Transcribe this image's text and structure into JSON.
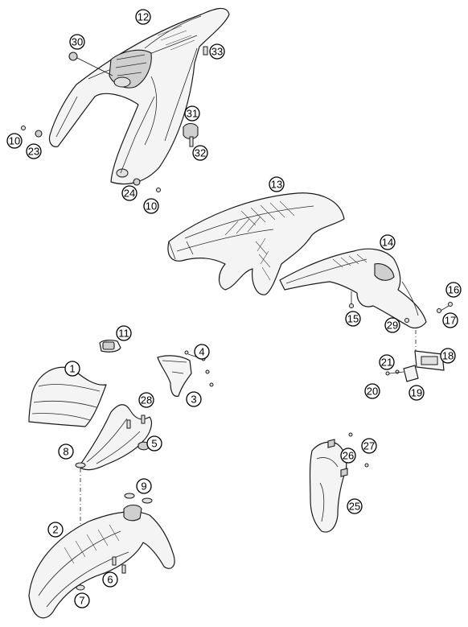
{
  "callouts": {
    "c1": "1",
    "c2": "2",
    "c3": "3",
    "c4": "4",
    "c5": "5",
    "c6": "6",
    "c7": "7",
    "c8": "8",
    "c9": "9",
    "c10a": "10",
    "c10b": "10",
    "c11": "11",
    "c12": "12",
    "c13": "13",
    "c14": "14",
    "c15": "15",
    "c16": "16",
    "c17": "17",
    "c18": "18",
    "c19": "19",
    "c20": "20",
    "c21": "21",
    "c23": "23",
    "c24": "24",
    "c25": "25",
    "c26": "26",
    "c27": "27",
    "c28": "28",
    "c29": "29",
    "c30": "30",
    "c31": "31",
    "c32": "32",
    "c33": "33"
  }
}
